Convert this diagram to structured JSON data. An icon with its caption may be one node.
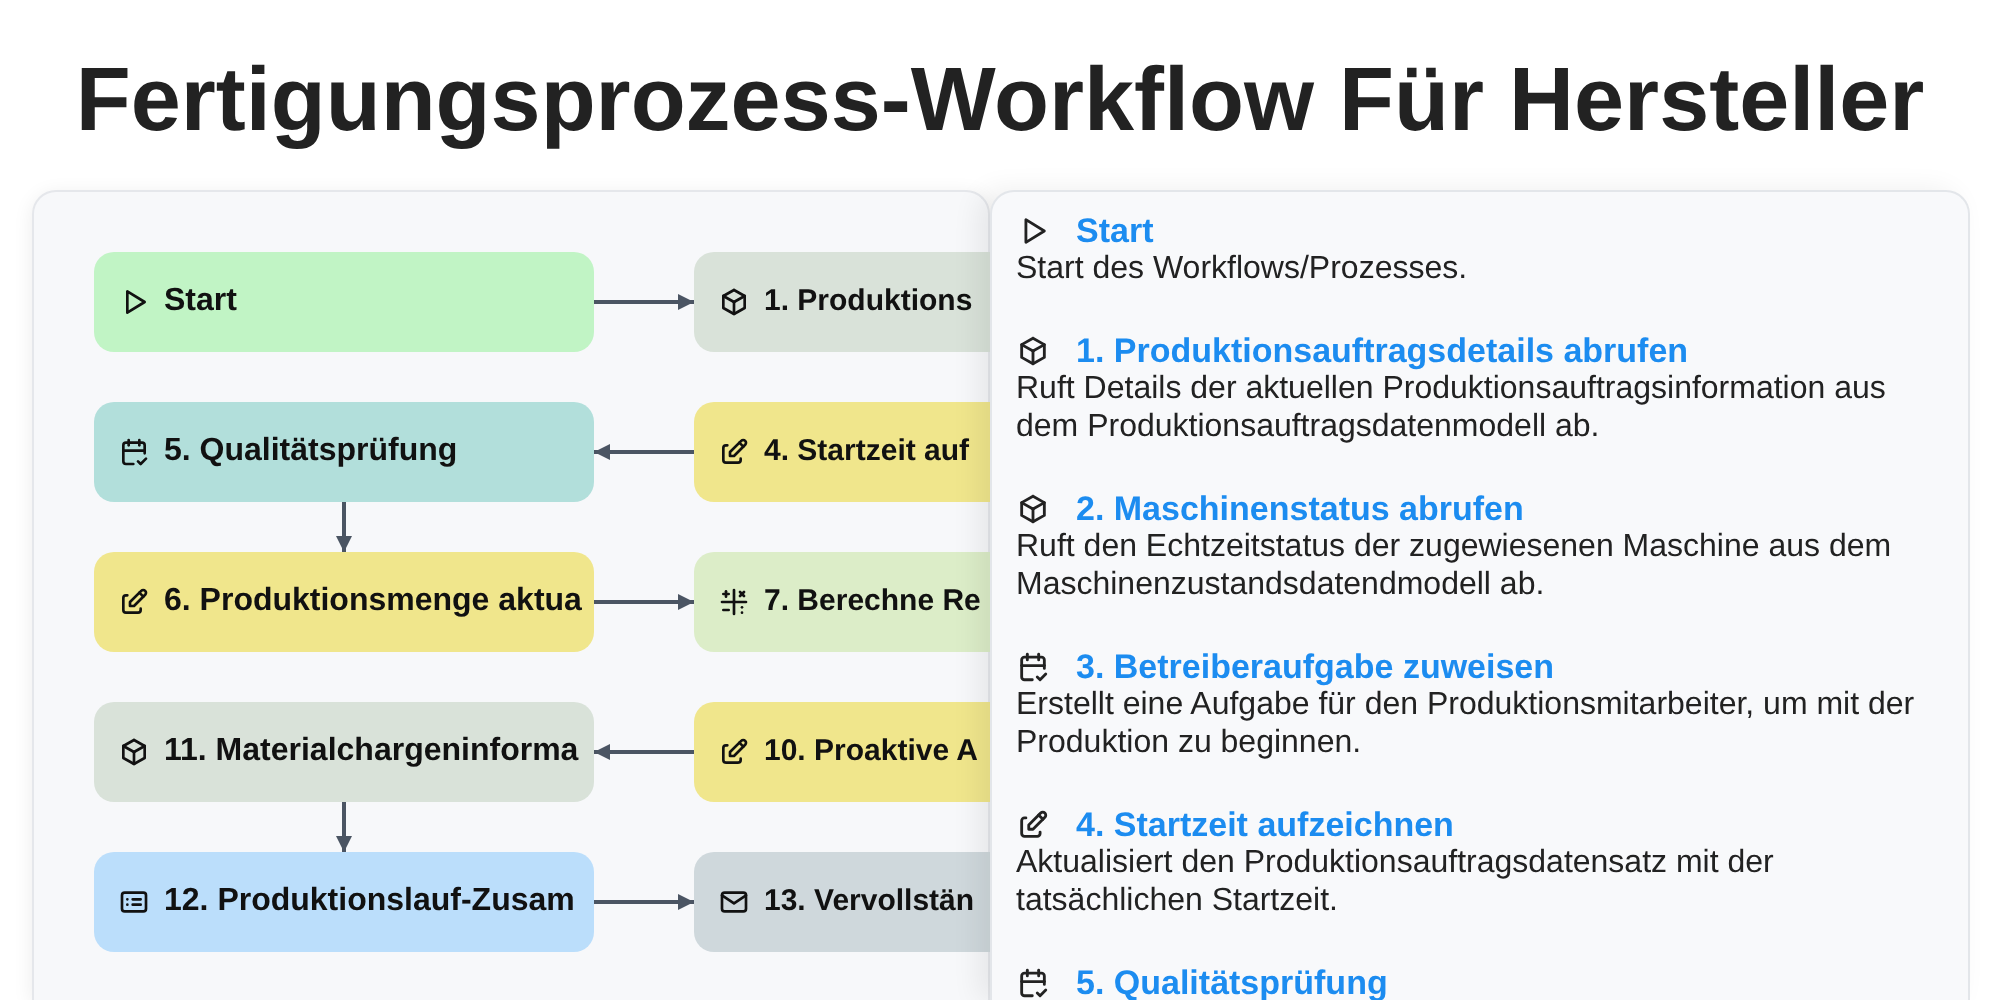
{
  "diagram": {
    "title": "Fertigungsprozess-Workflow Für Hersteller",
    "nodes": [
      {
        "text": [
          "Start"
        ]
      },
      {
        "text": [
          "1. Produktions"
        ]
      },
      {
        "text": [
          "5. Qualitätsprüfung"
        ]
      },
      {
        "text": [
          "4. Startzeit auf"
        ]
      },
      {
        "text": [
          "6. Produktionsmenge aktua"
        ]
      },
      {
        "text": [
          "7. Berechne Re"
        ]
      },
      {
        "text": [
          "11. Materialchargeninforma"
        ]
      },
      {
        "text": [
          "10. Proaktive A"
        ]
      },
      {
        "text": [
          "12. Produktionslauf-Zusam"
        ]
      },
      {
        "text": [
          "13. Vervollstän"
        ]
      },
      {
        "text": [
          "Start",
          "Start des Workflows/Prozesses.",
          "1. Produktionsauftragsdetails abrufen",
          "Ruft Details der aktuellen Produktionsauftragsinformation aus dem Produktionsauftragsdatenmodell ab.",
          "2. Maschinenstatus abrufen",
          "Ruft den Echtzeitstatus der zugewiesenen Maschine aus dem Maschinenzustandsdatendmodell ab.",
          "3. Betreiberaufgabe zuweisen",
          "Erstellt eine Aufgabe für den Produktionsmitarbeiter, um mit der Produktion zu beginnen.",
          "4. Startzeit aufzeichnen",
          "Aktualisiert den Produktionsauftragsdatensatz mit der tatsächlichen Startzeit.",
          "5. Qualitätsprüfung"
        ]
      }
    ],
    "edges": [
      {
        "from": 0,
        "to": 1,
        "arrow": "to"
      },
      {
        "from": 3,
        "to": 2,
        "arrow": "to"
      },
      {
        "from": 2,
        "to": 4,
        "arrow": "to"
      },
      {
        "from": 4,
        "to": 5,
        "arrow": "to"
      },
      {
        "from": 7,
        "to": 6,
        "arrow": "to"
      },
      {
        "from": 6,
        "to": 8,
        "arrow": "to"
      },
      {
        "from": 8,
        "to": 9,
        "arrow": "to"
      }
    ]
  }
}
